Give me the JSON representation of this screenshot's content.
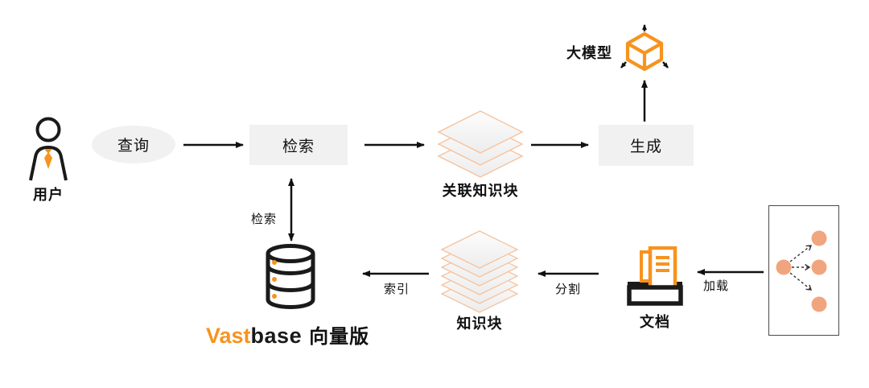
{
  "colors": {
    "accent_orange": "#F7931E",
    "salmon_node": "#F1A57E",
    "box_background": "#F1F1F1",
    "line_black": "#111111",
    "layer_edge_orange": "#F6C29C"
  },
  "nodes": {
    "user": {
      "label": "用户"
    },
    "query": {
      "label": "查询"
    },
    "retrieval": {
      "label": "检索"
    },
    "related_chunks": {
      "label": "关联知识块"
    },
    "generate": {
      "label": "生成"
    },
    "llm": {
      "label": "大模型"
    },
    "vastbase": {
      "brand_primary": "Vast",
      "brand_secondary": "base",
      "edition": "向量版"
    },
    "chunks": {
      "label": "知识块"
    },
    "document": {
      "label": "文档"
    }
  },
  "edges": {
    "retrieve": {
      "label": "检索"
    },
    "index": {
      "label": "索引"
    },
    "split": {
      "label": "分割"
    },
    "load": {
      "label": "加载"
    }
  },
  "icons": {
    "user": "person-outline-icon",
    "llm": "cube-3d-icon",
    "database": "database-cylinder-icon",
    "related_chunks": "stacked-layers-icon",
    "chunks": "stacked-layers-icon",
    "document": "document-tray-icon",
    "loader": "node-graph-icon"
  }
}
